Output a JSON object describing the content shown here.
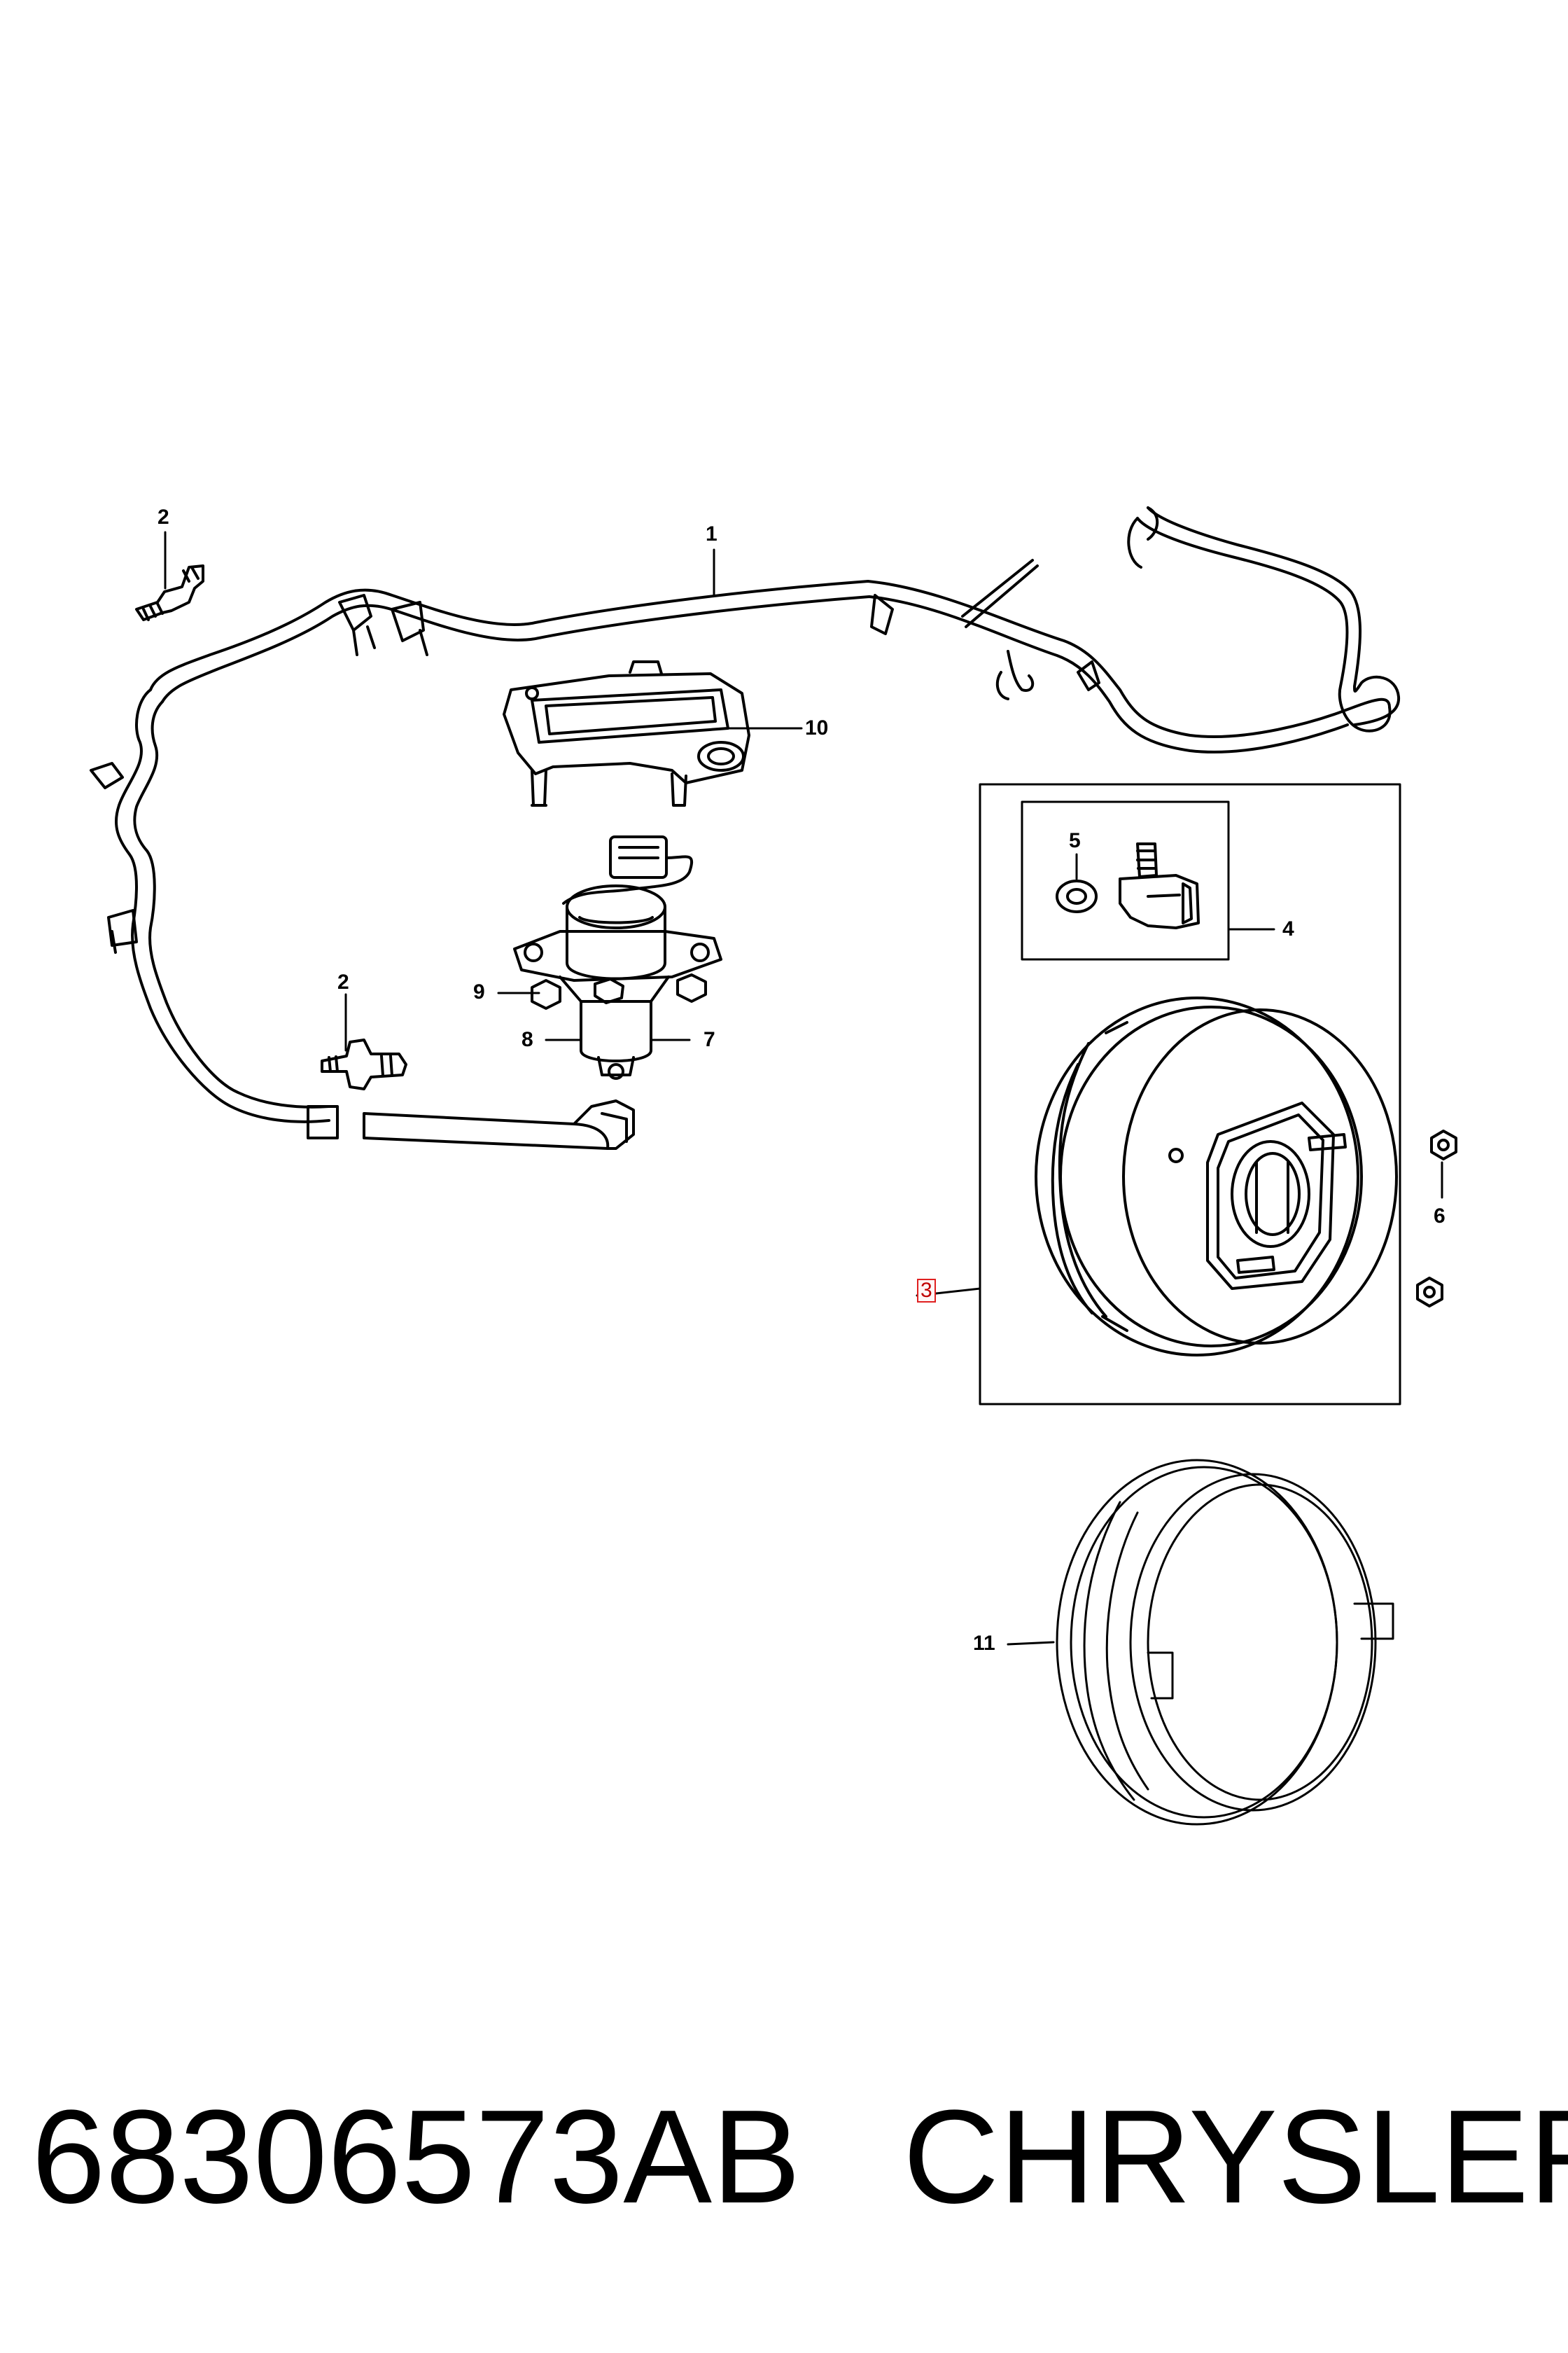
{
  "callouts": {
    "hose_assembly": "1",
    "connector_upper": "2",
    "connector_lower": "2",
    "booster": "3",
    "valve_kit": "4",
    "grommet": "5",
    "nut": "6",
    "pump": "7",
    "pump_clamp": "8",
    "pump_nut": "9",
    "bracket": "10",
    "booster_seal": "11"
  },
  "footer": {
    "part_number": "68306573AB",
    "brand": "CHRYSLER"
  },
  "colors": {
    "line": "#000000",
    "highlight": "#e02020",
    "background": "#ffffff"
  }
}
